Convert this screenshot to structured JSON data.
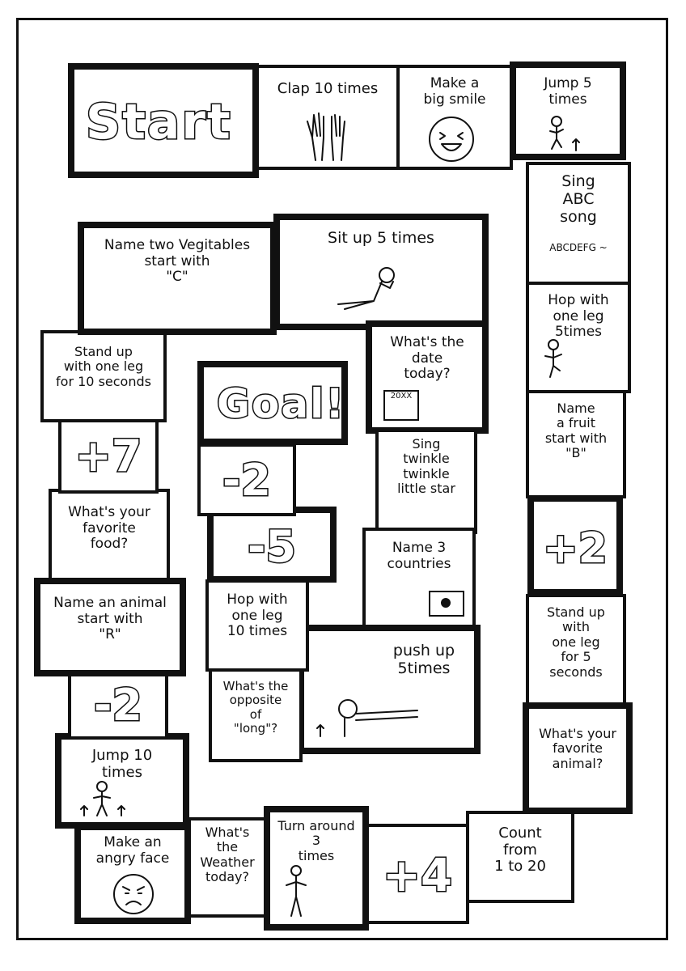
{
  "board": {
    "start_label": "Start",
    "goal_label": "Goal!",
    "squares": [
      {
        "id": "clap",
        "text": "Clap 10 times"
      },
      {
        "id": "smile",
        "text": "Make a\nbig smile"
      },
      {
        "id": "jump5",
        "text": "Jump 5\ntimes"
      },
      {
        "id": "sing_abc",
        "text": "Sing\nABC\nsong",
        "extra": "ABCDEFG ~"
      },
      {
        "id": "hop5",
        "text": "Hop with\none leg\n5times"
      },
      {
        "id": "fruit_b",
        "text": "Name\na fruit\nstart with\n\"B\""
      },
      {
        "id": "plus2",
        "text": "+2"
      },
      {
        "id": "stand5",
        "text": "Stand up with\none leg\nfor 5\nseconds"
      },
      {
        "id": "fav_animal",
        "text": "What's your\nfavorite\nanimal?"
      },
      {
        "id": "count",
        "text": "Count\nfrom\n1 to 20"
      },
      {
        "id": "plus4",
        "text": "+4"
      },
      {
        "id": "turn3",
        "text": "Turn around\n3\ntimes"
      },
      {
        "id": "weather",
        "text": "What's\nthe\nWeather\ntoday?"
      },
      {
        "id": "angry",
        "text": "Make an\nangry face"
      },
      {
        "id": "jump10",
        "text": "Jump 10\ntimes"
      },
      {
        "id": "minus2b",
        "text": "-2"
      },
      {
        "id": "animal_r",
        "text": "Name an animal\nstart with\n\"R\""
      },
      {
        "id": "fav_food",
        "text": "What's your\nfavorite\nfood?"
      },
      {
        "id": "plus7",
        "text": "+7"
      },
      {
        "id": "stand10",
        "text": "Stand up\nwith one leg\nfor 10 seconds"
      },
      {
        "id": "veg_c",
        "text": "Name two Vegitables\nstart with\n\"C\""
      },
      {
        "id": "situp",
        "text": "Sit up 5 times"
      },
      {
        "id": "date",
        "text": "What's the\ndate\ntoday?",
        "extra": "20XX"
      },
      {
        "id": "twinkle",
        "text": "Sing\ntwinkle\ntwinkle\nlittle star"
      },
      {
        "id": "countries",
        "text": "Name 3\ncountries"
      },
      {
        "id": "pushup",
        "text": "push up\n5times"
      },
      {
        "id": "opposite",
        "text": "What's the\nopposite\nof\n\"long\"?"
      },
      {
        "id": "hop10",
        "text": "Hop with\none leg\n10 times"
      },
      {
        "id": "minus5",
        "text": "-5"
      },
      {
        "id": "minus2a",
        "text": "-2"
      }
    ]
  }
}
